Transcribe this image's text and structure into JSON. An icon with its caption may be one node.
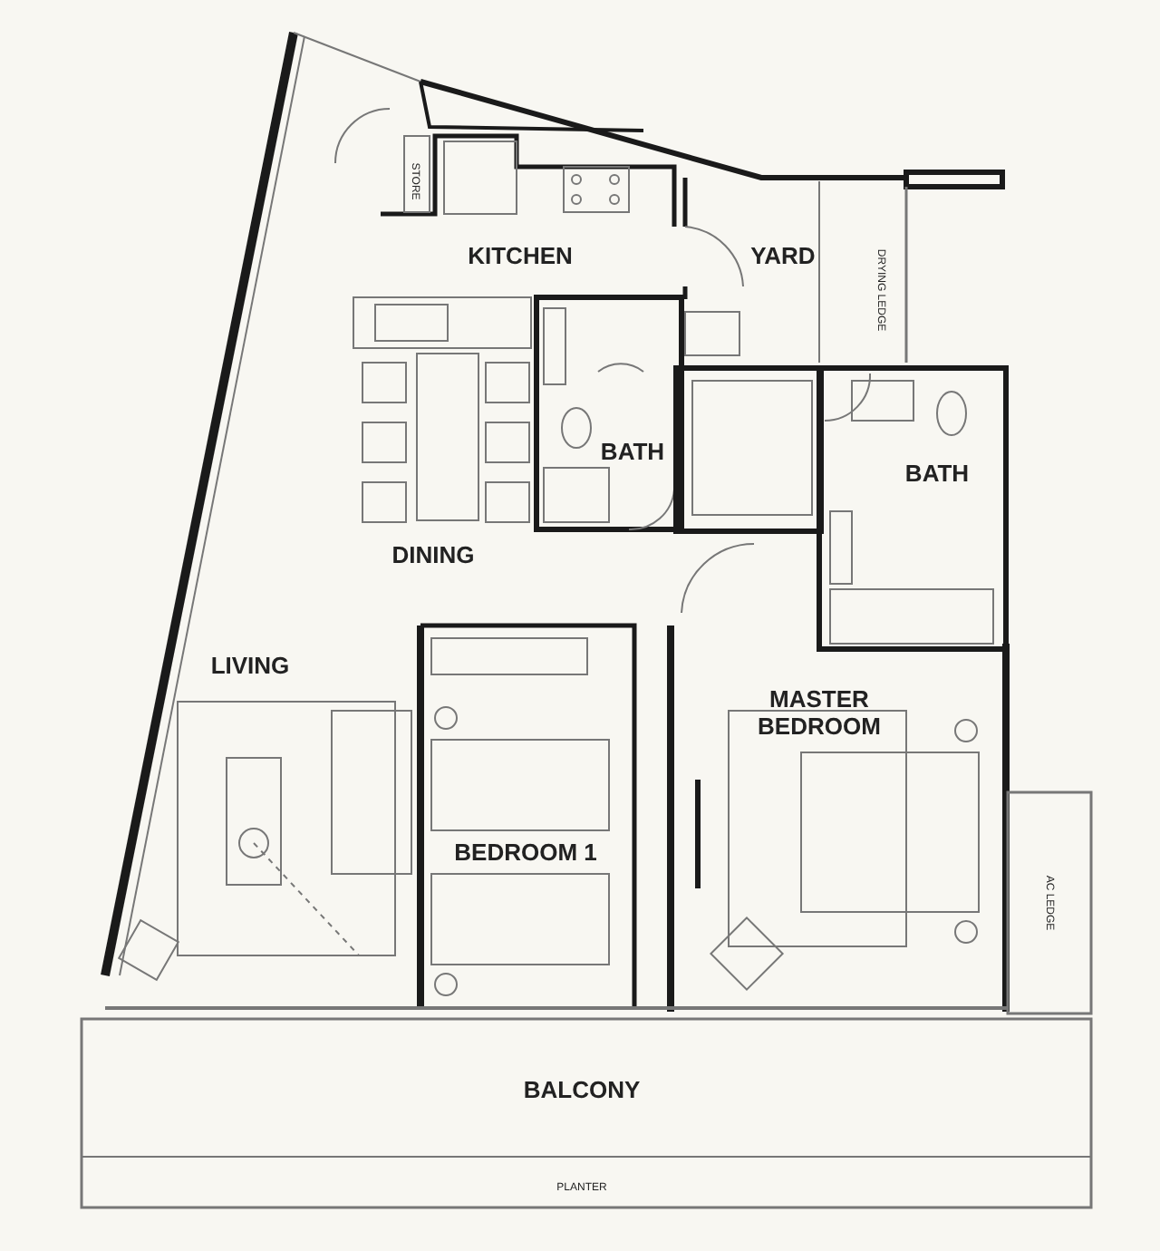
{
  "diagram": {
    "labels": [
      "STORE",
      "KITCHEN",
      "YARD",
      "DRYING LEDGE",
      "BATH",
      "BATH",
      "DINING",
      "LIVING",
      "MASTER BEDROOM",
      "BEDROOM 1",
      "AC LEDGE",
      "BALCONY",
      "PLANTER"
    ]
  }
}
